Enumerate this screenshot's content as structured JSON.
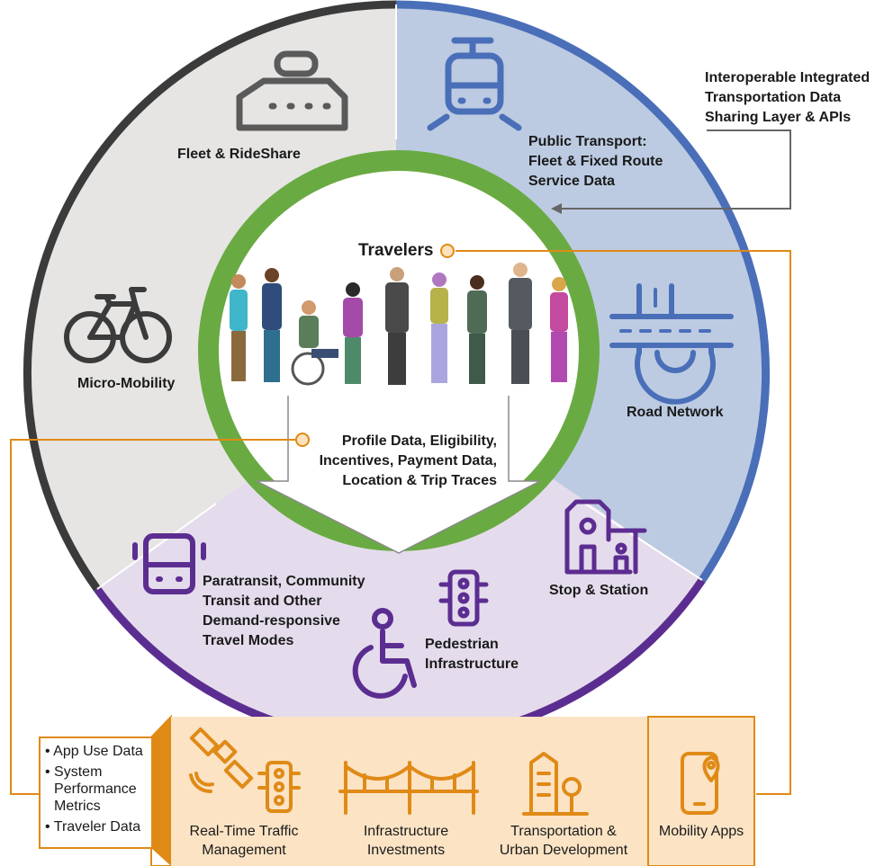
{
  "api_layer": {
    "lines": [
      "Interoperable Integrated",
      "Transportation Data",
      "Sharing Layer & APIs"
    ]
  },
  "outer_ring": {
    "fleet_rideshare": "Fleet & RideShare",
    "public_transport": [
      "Public Transport:",
      "Fleet & Fixed Route",
      "Service Data"
    ],
    "micro_mobility": "Micro-Mobility",
    "road_network": "Road Network",
    "paratransit": [
      "Paratransit, Community",
      "Transit and Other",
      "Demand-responsive",
      "Travel Modes"
    ],
    "stop_station": "Stop & Station",
    "pedestrian": [
      "Pedestrian",
      "Infrastructure"
    ]
  },
  "center": {
    "travelers": "Travelers",
    "profile_data": [
      "Profile Data, Eligibility,",
      "Incentives, Payment Data,",
      "Location & Trip Traces"
    ]
  },
  "bottom_panel": {
    "bullets": [
      "App Use Data",
      "System Performance Metrics",
      "Traveler Data"
    ],
    "items": [
      {
        "label": [
          "Real-Time Traffic",
          "Management"
        ]
      },
      {
        "label": [
          "Infrastructure",
          "Investments"
        ]
      },
      {
        "label": [
          "Transportation &",
          "Urban Development"
        ]
      }
    ],
    "mobility_apps": "Mobility Apps"
  },
  "colors": {
    "gray_sector": "#e6e5e4",
    "blue_sector": "#bccbe2",
    "purple_sector": "#e4dcec",
    "gray_rim": "#3b3b3b",
    "blue_rim": "#4a6fb8",
    "purple_rim": "#5c2d91",
    "green_ring": "#6aaa43",
    "orange": "#e08a16",
    "orange_panel": "#fbe3c4"
  }
}
